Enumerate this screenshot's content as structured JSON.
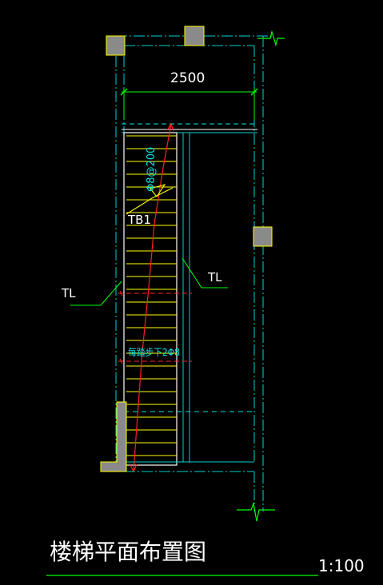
{
  "drawing": {
    "title": "楼梯平面布置图",
    "scale": "1:100",
    "dimension": "2500",
    "labels": {
      "tb1": "TB1",
      "tl_left": "TL",
      "tl_right": "TL",
      "rebar_distribution": "Φ8@200",
      "rebar_per_step": "每踏步下2Φ8"
    },
    "colors": {
      "background": "#000000",
      "wall_outline": "#00cfcf",
      "dash_lines": "#00e5e5",
      "stair_treads": "#ffff00",
      "structure": "#ffffff",
      "rebar_line": "#ff2020",
      "columns_fill": "#8a8a8a",
      "columns_edge": "#ffff00",
      "leader_lines": "#00ff00",
      "text_white": "#ffffff",
      "text_cyan": "#00e5e5"
    }
  }
}
